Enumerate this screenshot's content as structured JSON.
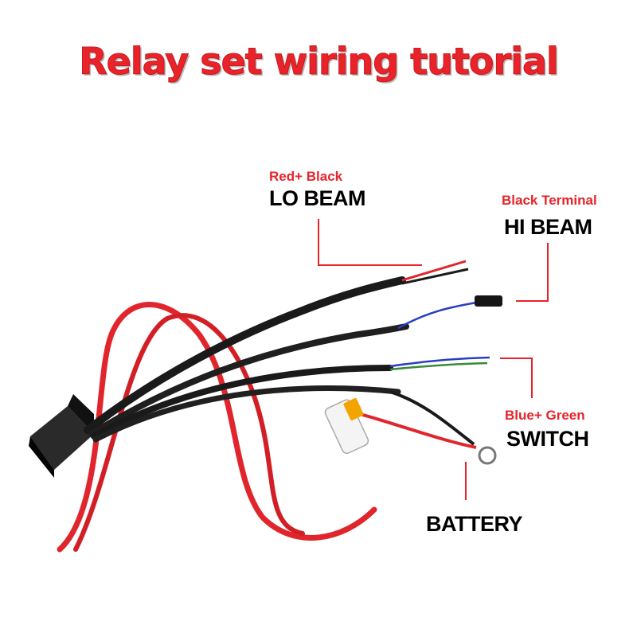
{
  "title": "Relay set wiring tutorial",
  "labels": {
    "lo_beam": {
      "wire": "Red+ Black",
      "name": "LO BEAM"
    },
    "hi_beam": {
      "wire": "Black Terminal",
      "name": "HI BEAM"
    },
    "switch": {
      "wire": "Blue+ Green",
      "name": "SWITCH"
    },
    "battery": {
      "name": "BATTERY"
    }
  },
  "colors": {
    "accent": "#e8232a",
    "wire_red": "#e0262c",
    "wire_black": "#1a1a1a",
    "wire_blue": "#2a3fc0",
    "wire_green": "#3a8a3a"
  }
}
